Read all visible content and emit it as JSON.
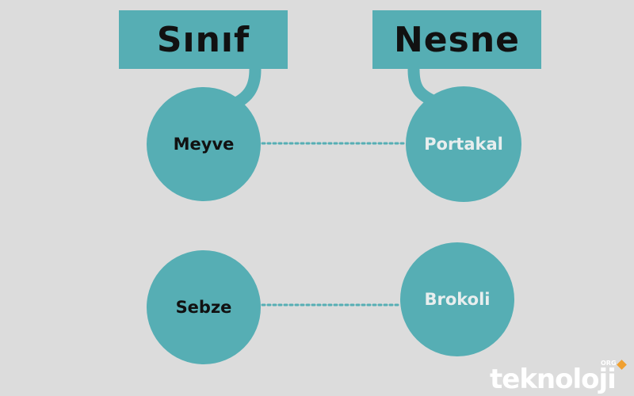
{
  "headers": {
    "class_label": "Sınıf",
    "object_label": "Nesne"
  },
  "nodes": {
    "class_1": "Meyve",
    "object_1": "Portakal",
    "class_2": "Sebze",
    "object_2": "Brokoli"
  },
  "logo": {
    "text": "teknoloji",
    "tld": "ORG"
  },
  "colors": {
    "background": "#dcdcdc",
    "teal": "#56aeb4",
    "dark_text": "#111111",
    "light_text": "#e8eeee",
    "accent": "#f0a030"
  }
}
